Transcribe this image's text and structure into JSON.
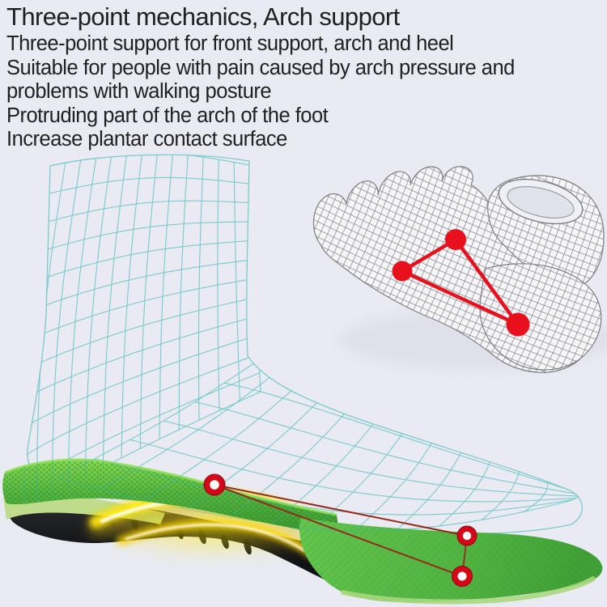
{
  "header": {
    "title": "Three-point mechanics, Arch support",
    "lines": [
      "Three-point support for front support, arch and heel",
      "Suitable for people with pain caused by arch pressure and",
      "problems with walking posture",
      "Protruding part of the arch of the foot",
      "Increase plantar contact surface"
    ]
  },
  "illustration": {
    "colors": {
      "background": "#e9eaf2",
      "text": "#1f2023",
      "wireframe_teal": "#75c8ca",
      "wireframe_gray": "#85858c",
      "marker_red": "#e8101c",
      "connector_red": "#97291a",
      "insole_green": "#4fae3d",
      "insole_green_light": "#86d94e",
      "sole_rim_green": "#aad77f",
      "arch_yellow": "#ffe70a",
      "midsole_black": "#141518"
    }
  }
}
